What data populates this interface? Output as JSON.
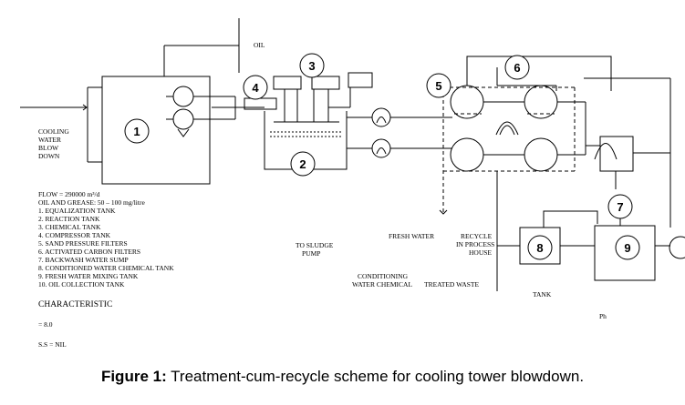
{
  "labels": {
    "oil": "OIL",
    "cooling": [
      "COOLING",
      "WATER",
      "BLOW",
      "DOWN"
    ],
    "flow": "FLOW = 290000 m³/d",
    "oil_grease": "OIL AND GREASE: 50 – 100 mg/litre",
    "to_sludge": [
      "TO SLUDGE",
      "PUMP"
    ],
    "fresh_water": "FRESH WATER",
    "recycle": [
      "RECYCLE",
      "IN PROCESS",
      "HOUSE"
    ],
    "conditioning": [
      "CONDITIONING",
      "WATER CHEMICAL"
    ],
    "treated_waste": "TREATED WASTE",
    "tank": "TANK",
    "ph": "Ph",
    "characteristic": "CHARACTERISTIC",
    "ph_value": "= 8.0",
    "ss_value": "S.S = NIL"
  },
  "legend": [
    "1. EQUALIZATION TANK",
    "2. REACTION TANK",
    "3. CHEMICAL TANK",
    "4. COMPRESSOR TANK",
    "5. SAND PRESSURE FILTERS",
    "6. ACTIVATED CARBON FILTERS",
    "7. BACKWASH WATER SUMP",
    "8. CONDITIONED WATER CHEMICAL TANK",
    "9. FRESH WATER MIXING TANK",
    "10. OIL COLLECTION TANK"
  ],
  "numbers": [
    "1",
    "2",
    "3",
    "4",
    "5",
    "6",
    "7",
    "8",
    "9"
  ],
  "caption": {
    "prefix": "Figure 1:",
    "text": " Treatment-cum-recycle scheme for cooling tower blowdown."
  }
}
